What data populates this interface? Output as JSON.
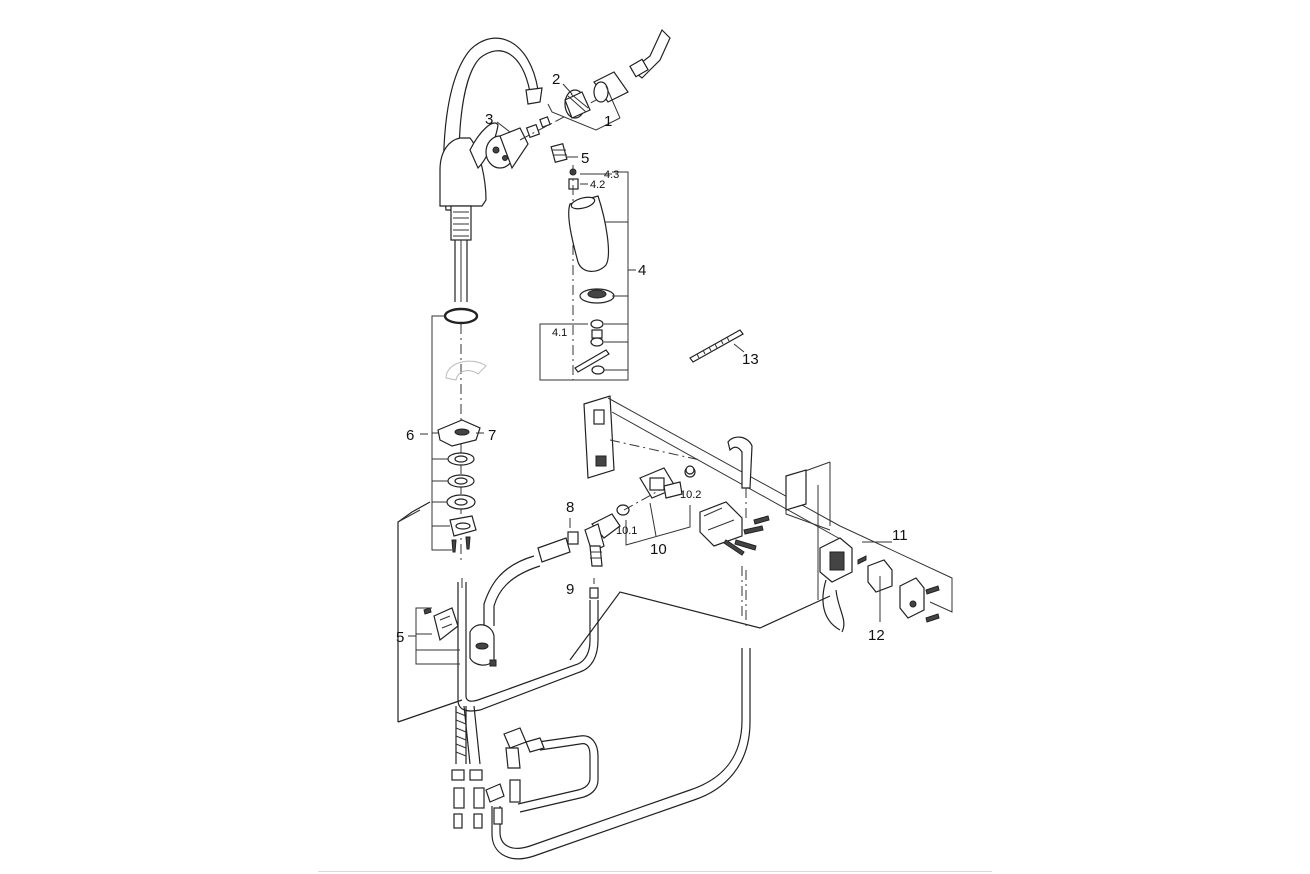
{
  "callouts": {
    "c1": "1",
    "c2": "2",
    "c3": "3",
    "c4": "4",
    "c4_1": "4.1",
    "c4_2": "4.2",
    "c4_3": "4.3",
    "c5_top": "5",
    "c5_left": "5",
    "c6": "6",
    "c7": "7",
    "c8": "8",
    "c9": "9",
    "c10": "10",
    "c10_1": "10.1",
    "c10_2": "10.2",
    "c11": "11",
    "c12": "12",
    "c13": "13"
  },
  "colors": {
    "ink": "#222222",
    "background": "#ffffff",
    "rule": "#d9d9d9"
  }
}
